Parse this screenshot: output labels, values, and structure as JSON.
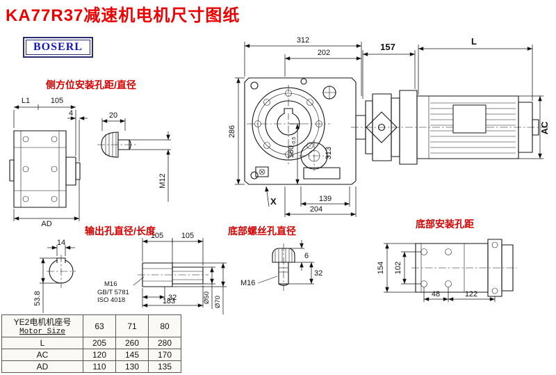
{
  "page": {
    "title": "KA77R37减速机电机尺寸图纸",
    "brand": "BOSERL"
  },
  "labels": {
    "side_mount": "侧方位安装孔距/直径",
    "output": "输出孔直径/长度",
    "bottom_screw": "底部螺丝孔直径",
    "bottom_mount": "底部安装孔距"
  },
  "front": {
    "w_total": "312",
    "w_inner": "202",
    "h_total": "286",
    "h_inner": "180",
    "h_inner_tol": "-0.5",
    "bore": "313",
    "b_139": "139",
    "b_204": "204",
    "x": "X"
  },
  "motor": {
    "adapter_len": "157",
    "len": "L",
    "ac": "AC"
  },
  "left_view": {
    "l1": "L1",
    "w105": "105",
    "w4": "4",
    "ad": "AD"
  },
  "side_bolt": {
    "head": "20",
    "thread": "M12"
  },
  "output": {
    "key_w": "14",
    "key_d": "53.8",
    "l1": "105",
    "l2": "105",
    "thread": "M16",
    "std1": "GB/T 5781",
    "std2": "ISO 4018",
    "len32": "32",
    "len183": "183",
    "d50": "Ø50",
    "d70": "Ø70"
  },
  "bottom_bolt": {
    "thread": "M16",
    "h6": "6",
    "l32": "32"
  },
  "bottom_view": {
    "h154": "154",
    "h102": "102",
    "w48": "48",
    "w122": "122"
  },
  "table": {
    "header": {
      "line1": "YE2电机机座号",
      "line2": "Motor Size",
      "cols": [
        "63",
        "71",
        "80"
      ]
    },
    "rows": [
      {
        "label": "L",
        "values": [
          "205",
          "260",
          "280"
        ]
      },
      {
        "label": "AC",
        "values": [
          "120",
          "145",
          "170"
        ]
      },
      {
        "label": "AD",
        "values": [
          "110",
          "130",
          "135"
        ]
      }
    ]
  },
  "colors": {
    "title_red": "#ee0000",
    "label_red": "#d40000",
    "brand_blue": "#1515c0",
    "line": "#111111"
  }
}
